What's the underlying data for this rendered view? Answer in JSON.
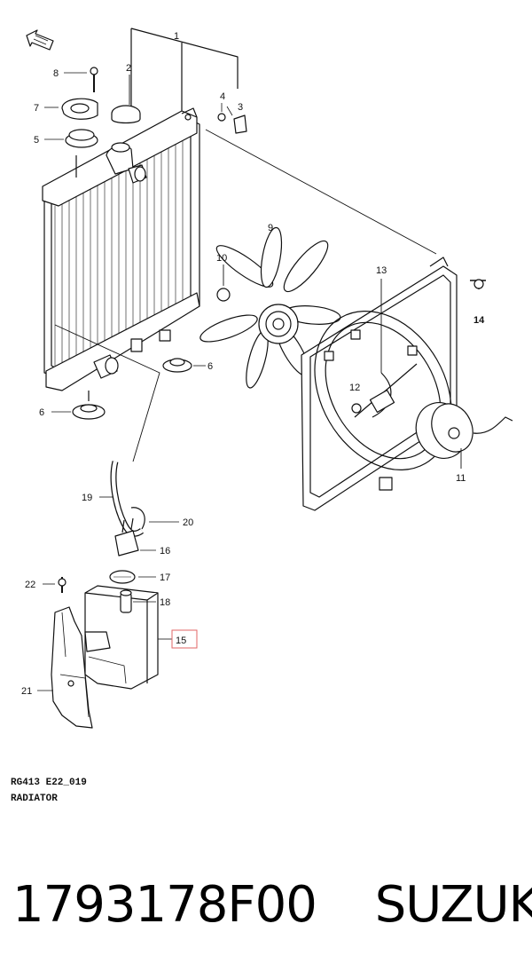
{
  "callouts": [
    {
      "id": "1",
      "label": "1"
    },
    {
      "id": "2",
      "label": "2"
    },
    {
      "id": "3",
      "label": "3"
    },
    {
      "id": "4",
      "label": "4"
    },
    {
      "id": "5",
      "label": "5"
    },
    {
      "id": "6a",
      "label": "6"
    },
    {
      "id": "6b",
      "label": "6"
    },
    {
      "id": "7",
      "label": "7"
    },
    {
      "id": "8",
      "label": "8"
    },
    {
      "id": "9",
      "label": "9"
    },
    {
      "id": "10",
      "label": "10"
    },
    {
      "id": "11",
      "label": "11"
    },
    {
      "id": "12",
      "label": "12"
    },
    {
      "id": "13",
      "label": "13"
    },
    {
      "id": "14",
      "label": "14"
    },
    {
      "id": "15",
      "label": "15"
    },
    {
      "id": "16",
      "label": "16"
    },
    {
      "id": "17",
      "label": "17"
    },
    {
      "id": "18",
      "label": "18"
    },
    {
      "id": "19",
      "label": "19"
    },
    {
      "id": "20",
      "label": "20"
    },
    {
      "id": "21",
      "label": "21"
    },
    {
      "id": "22",
      "label": "22"
    }
  ],
  "diagram_code": {
    "line1": "RG413 E22_019",
    "line2": "RADIATOR"
  },
  "footer": {
    "part_number": "1793178F00",
    "brand": "SUZUKI"
  },
  "highlight_color": "#e06666"
}
